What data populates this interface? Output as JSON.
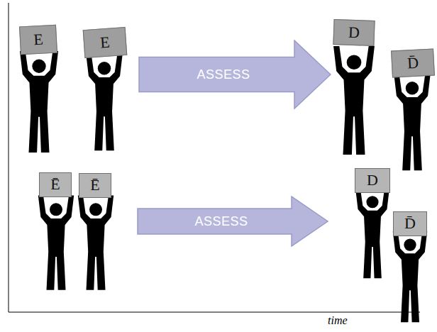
{
  "diagram": {
    "nodes": [
      {
        "text": [
          "E"
        ]
      },
      {
        "text": [
          "E"
        ]
      },
      {
        "text": [
          "ASSESS"
        ]
      },
      {
        "text": [
          "D"
        ]
      },
      {
        "text": [
          "D̄"
        ]
      },
      {
        "text": [
          "Ē"
        ]
      },
      {
        "text": [
          "Ē"
        ]
      },
      {
        "text": [
          "ASSESS"
        ]
      },
      {
        "text": [
          "D"
        ]
      },
      {
        "text": [
          "D̄"
        ]
      }
    ],
    "labels": [
      "time"
    ]
  }
}
